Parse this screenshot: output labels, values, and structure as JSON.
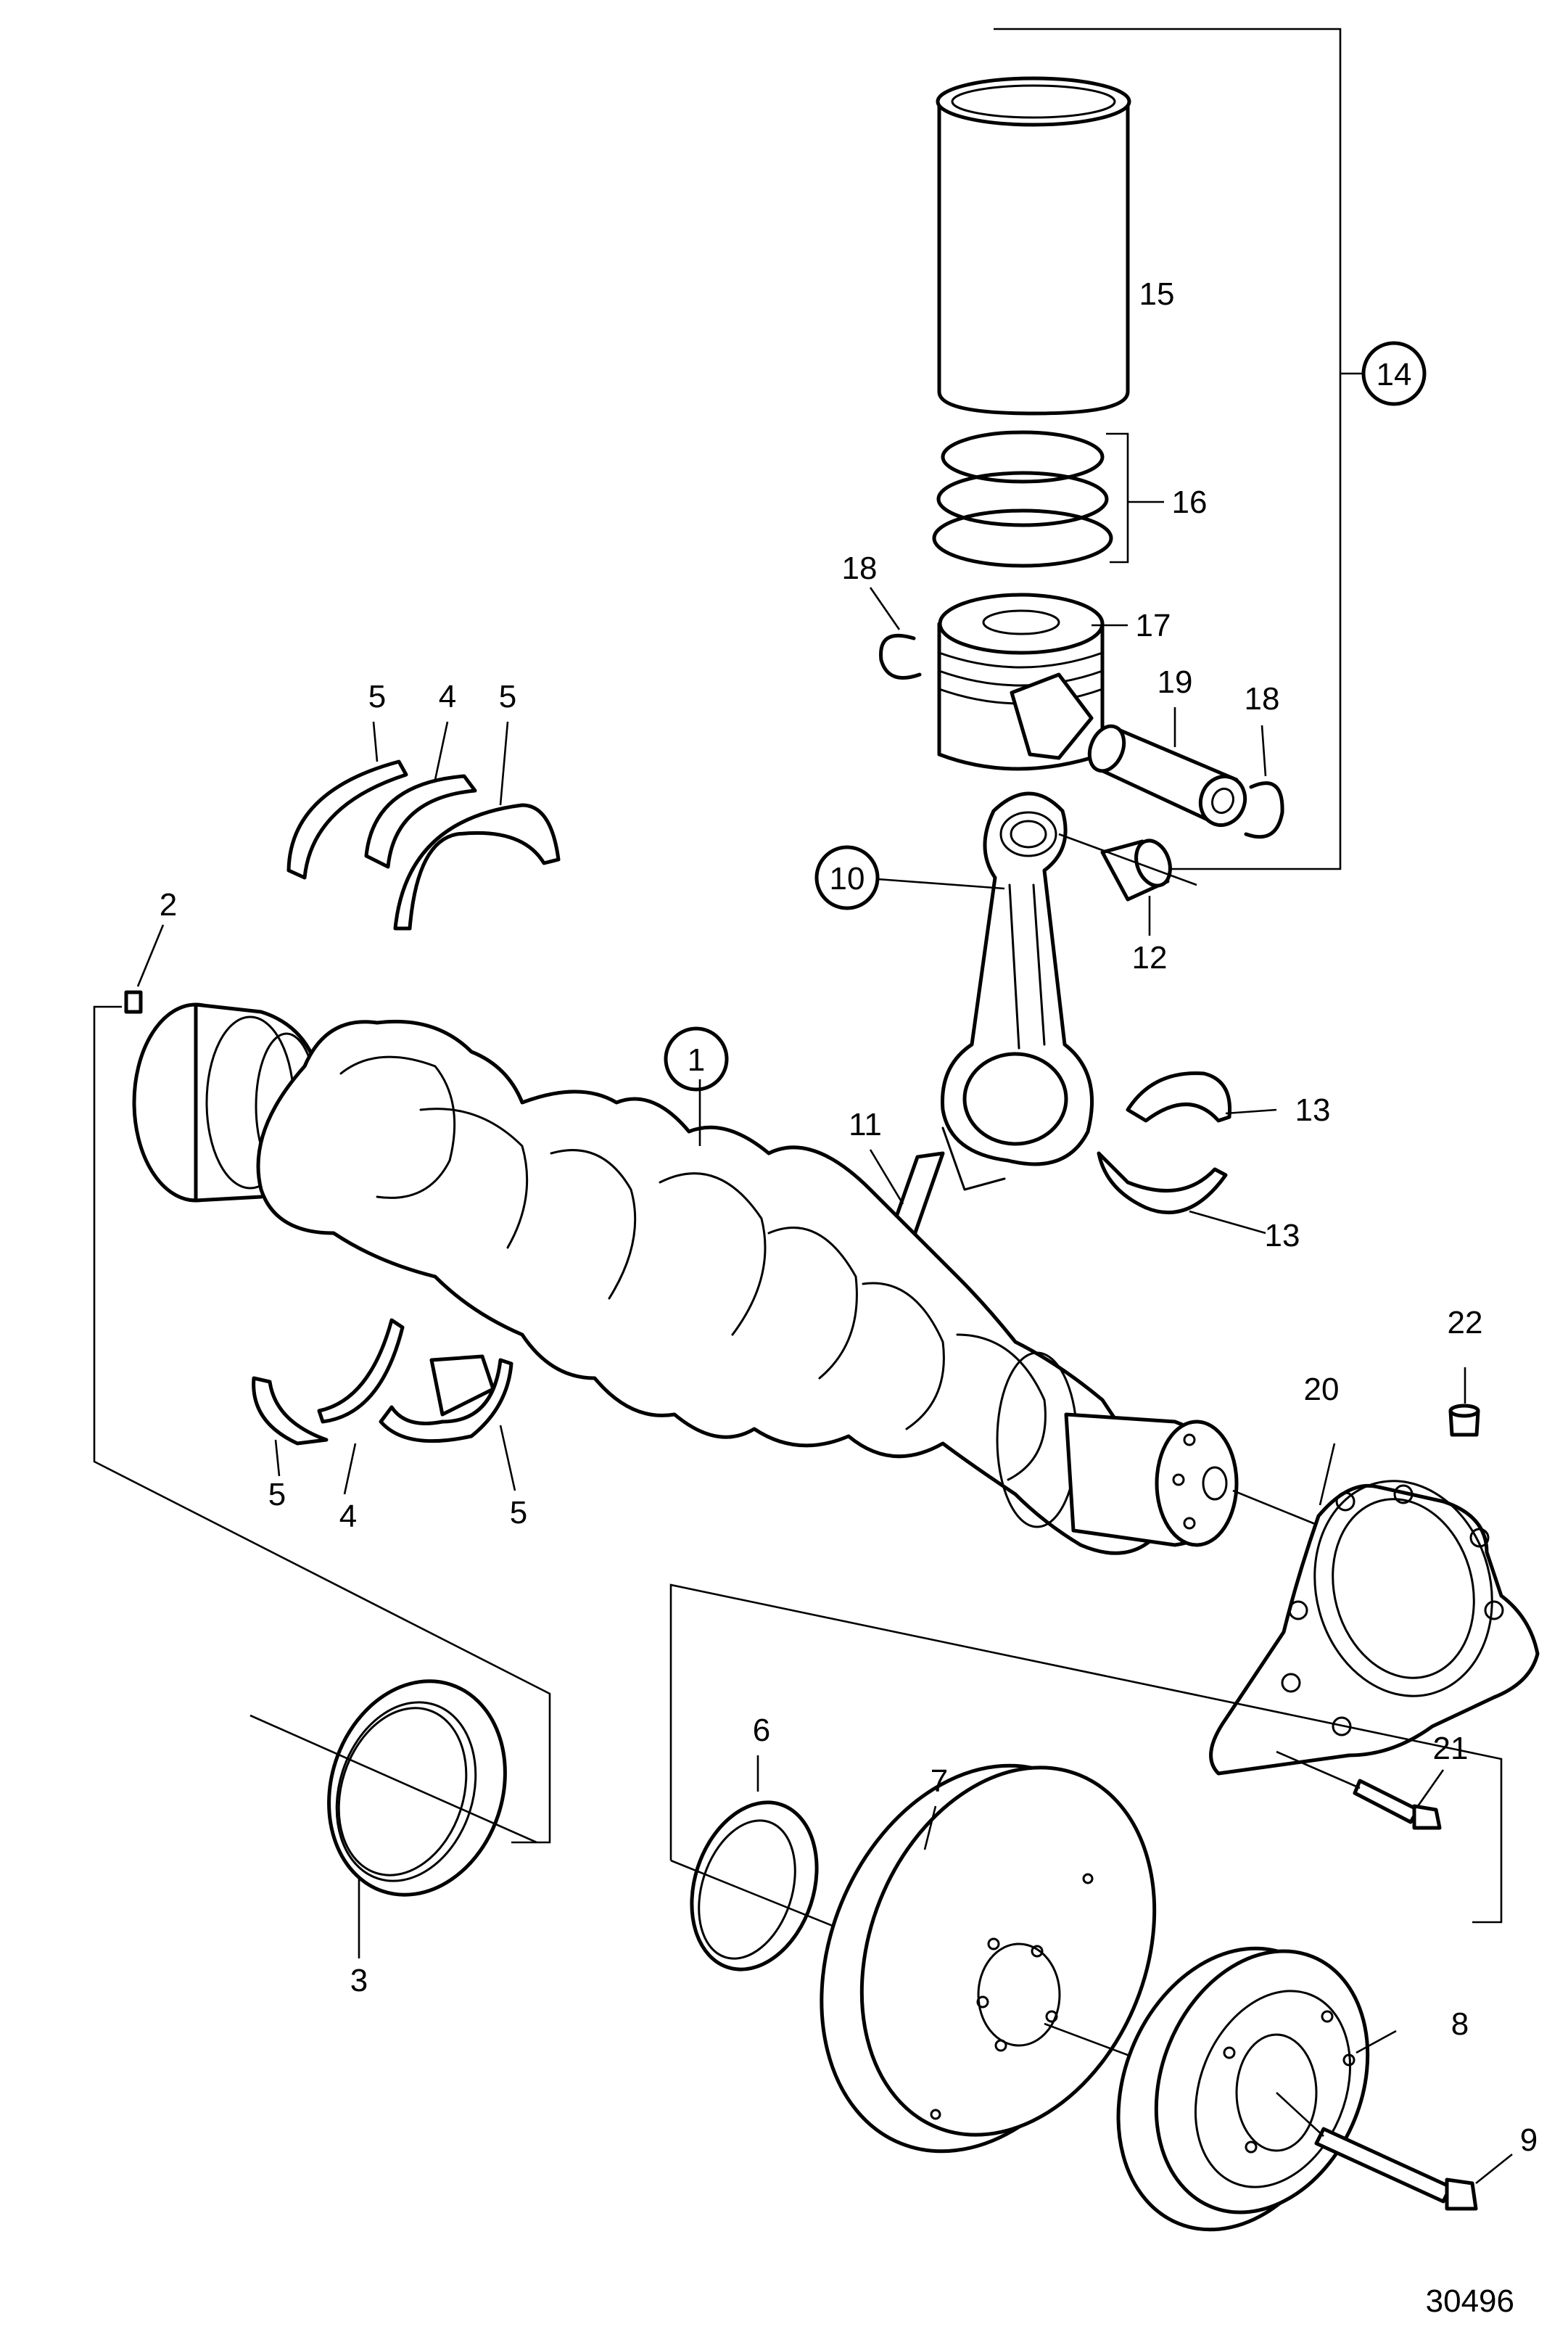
{
  "diagram": {
    "drawing_number": "30496",
    "callouts": [
      {
        "id": "c1",
        "text": "1",
        "circled": true
      },
      {
        "id": "c2",
        "text": "2"
      },
      {
        "id": "c3",
        "text": "3"
      },
      {
        "id": "c4a",
        "text": "4"
      },
      {
        "id": "c4b",
        "text": "4"
      },
      {
        "id": "c5a",
        "text": "5"
      },
      {
        "id": "c5b",
        "text": "5"
      },
      {
        "id": "c5c",
        "text": "5"
      },
      {
        "id": "c5d",
        "text": "5"
      },
      {
        "id": "c6",
        "text": "6"
      },
      {
        "id": "c7",
        "text": "7"
      },
      {
        "id": "c8",
        "text": "8"
      },
      {
        "id": "c9",
        "text": "9"
      },
      {
        "id": "c10",
        "text": "10",
        "circled": true
      },
      {
        "id": "c11",
        "text": "11"
      },
      {
        "id": "c12",
        "text": "12"
      },
      {
        "id": "c13a",
        "text": "13"
      },
      {
        "id": "c13b",
        "text": "13"
      },
      {
        "id": "c14",
        "text": "14",
        "circled": true
      },
      {
        "id": "c15",
        "text": "15"
      },
      {
        "id": "c16",
        "text": "16"
      },
      {
        "id": "c17",
        "text": "17"
      },
      {
        "id": "c18a",
        "text": "18"
      },
      {
        "id": "c18b",
        "text": "18"
      },
      {
        "id": "c19",
        "text": "19"
      },
      {
        "id": "c20",
        "text": "20"
      },
      {
        "id": "c21",
        "text": "21"
      },
      {
        "id": "c22",
        "text": "22"
      }
    ]
  }
}
